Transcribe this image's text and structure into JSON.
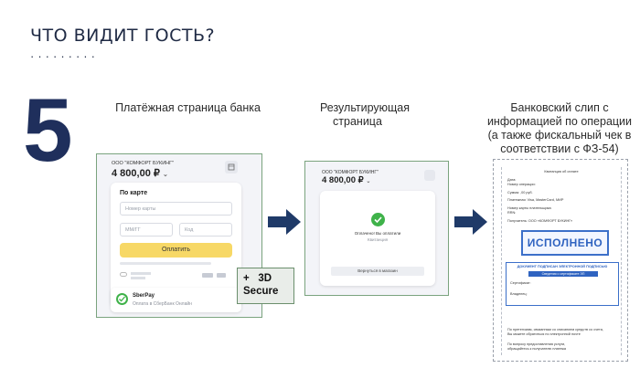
{
  "header": {
    "title": "ЧТО ВИДИТ ГОСТЬ?",
    "dots": "·········"
  },
  "step_number": "5",
  "captions": {
    "col1": "Платёжная страница банка",
    "col2": "Результирующая страница",
    "col3": "Банковский слип с информацией по операции (а также фискальный чек в соответствии с ФЗ-54)"
  },
  "payment_page": {
    "merchant": "ООО \"КОМФОРТ БУКИНГ\"",
    "amount": "4 800,00 ₽",
    "section_title": "По карте",
    "card_number_placeholder": "Номер карты",
    "expiry_placeholder": "ММ/ГГ",
    "cvc_placeholder": "Код",
    "pay_button": "Оплатить",
    "sberpay_title": "SberPay",
    "sberpay_subtitle": "Оплата в СберБанк Онлайн"
  },
  "secure_badge": {
    "plus": "+",
    "line1": "3D",
    "line2": "Secure"
  },
  "result_page": {
    "merchant": "ООО \"КОМФОРТ БУКИНГ\"",
    "amount": "4 800,00 ₽",
    "status_line1": "Оплачено! Вы оплатили",
    "status_line2": "Квитанция",
    "return_button": "Вернуться в магазин"
  },
  "slip": {
    "header": "Квитанция об оплате",
    "lines": [
      "Дата:",
      "Номер операции:",
      "Сумма:            ,00   руб.",
      "Платежная: Visa, MasterCard, МИР",
      "Номер карты плательщика:",
      "RRN:",
      "Получатель: ООО «КОМФОРТ БУКИНГ»"
    ],
    "stamp": "ИСПОЛНЕНО",
    "signature_header": "ДОКУМЕНТ ПОДПИСАН ЭЛЕКТРОННОЙ ПОДПИСЬЮ",
    "signature_bar": "Сведения о сертификате ЭП",
    "signature_fields": [
      "Сертификат:",
      "Владелец:"
    ],
    "footer_lines": [
      "По претензиям, связанным со списанием средств со счета,",
      "Вы можете обратиться по электронной почте",
      "По вопросу предоставления услуги,",
      "обращайтесь к получателю платежа"
    ]
  },
  "colors": {
    "title": "#1f2a44",
    "arrow": "#1f3a68",
    "frame_border": "#7aa37e",
    "pay_button": "#f7d866",
    "check": "#3fb24a",
    "stamp": "#3b6fc9"
  }
}
